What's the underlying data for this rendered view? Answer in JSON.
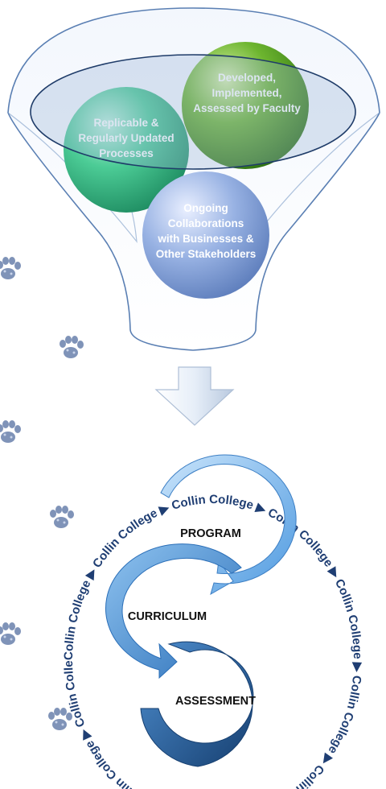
{
  "funnel": {
    "balls": [
      {
        "lines": [
          "Replicable &",
          "Regularly Updated",
          "Processes"
        ]
      },
      {
        "lines": [
          "Developed,",
          "Implemented,",
          "Assessed by Faculty"
        ]
      },
      {
        "lines": [
          "Ongoing",
          "Collaborations",
          "with Businesses &",
          "Other Stakeholders"
        ]
      }
    ]
  },
  "cycle": {
    "stages": [
      "PROGRAM",
      "CURRICULUM",
      "ASSESSMENT"
    ]
  },
  "ring": {
    "repeat_text": "Collin College ▶ Collin College ▶ Collin College ▶ Collin College ▶ Collin College ▶ Collin College ▶ Collin College ▶ Collin College ▶ Collin College ▶ Collin College ▶ "
  },
  "colors": {
    "ball_green": "#3fbf8a",
    "ball_lime": "#63a82a",
    "ball_blue": "#8fa9dc",
    "arrow_light": "#79b8e8",
    "arrow_mid": "#3a84c9",
    "arrow_dark": "#1d4f87",
    "paw": "#7f93b8"
  },
  "icons": [
    "paw-print-icon",
    "down-arrow-icon"
  ]
}
